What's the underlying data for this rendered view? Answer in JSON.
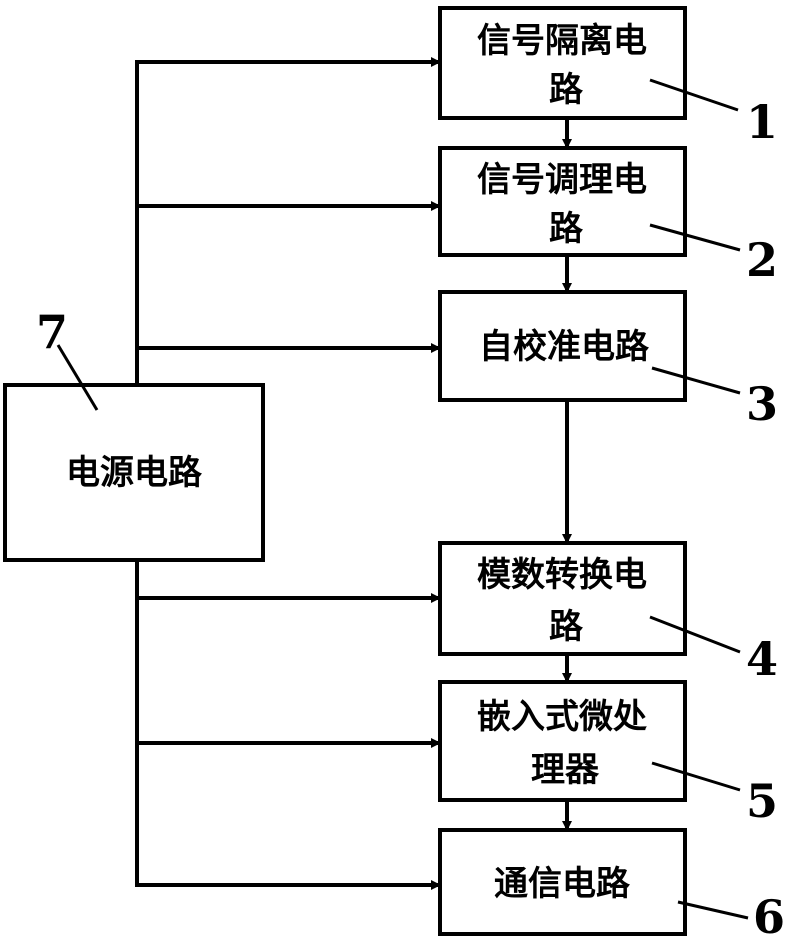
{
  "blocks": [
    {
      "id": "1",
      "label_lines": [
        "信号隔离电",
        "路"
      ]
    },
    {
      "id": "2",
      "label_lines": [
        "信号调理电",
        "路"
      ]
    },
    {
      "id": "3",
      "label_lines": [
        "自校准电路"
      ]
    },
    {
      "id": "4",
      "label_lines": [
        "模数转换电",
        "路"
      ]
    },
    {
      "id": "5",
      "label_lines": [
        "嵌入式微处",
        "理器"
      ]
    },
    {
      "id": "6",
      "label_lines": [
        "通信电路"
      ]
    }
  ],
  "power": {
    "id": "7",
    "label": "电源电路"
  },
  "callouts": [
    "1",
    "2",
    "3",
    "4",
    "5",
    "6",
    "7"
  ]
}
